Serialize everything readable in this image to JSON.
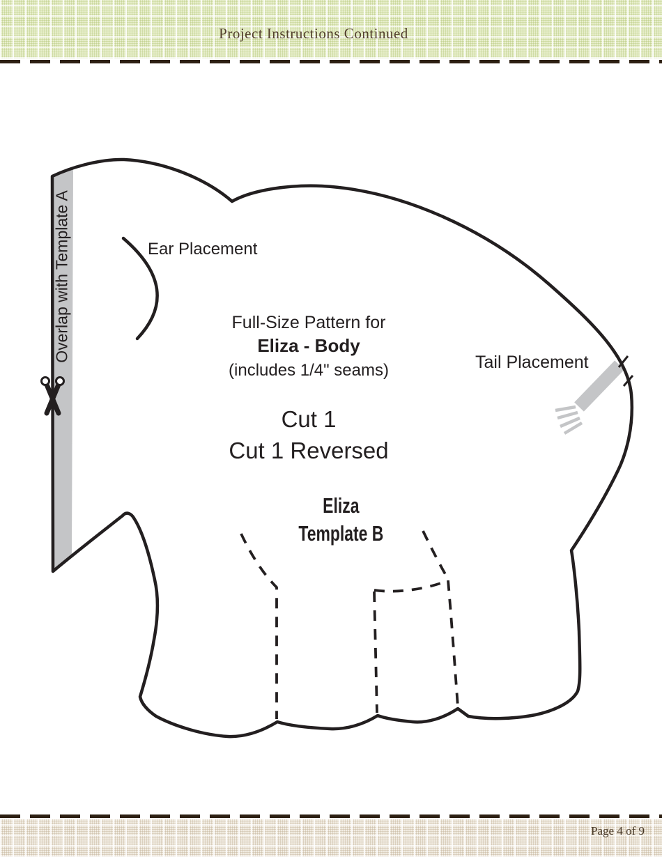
{
  "header": {
    "title": "Project Instructions Continued"
  },
  "footer": {
    "page_label": "Page 4 of 9"
  },
  "pattern": {
    "overlap_label": "Overlap with Template A",
    "ear_label": "Ear Placement",
    "tail_label": "Tail Placement",
    "title_line1": "Full-Size Pattern for",
    "title_line2": "Eliza - Body",
    "seam_note": "(includes 1/4\" seams)",
    "cut_line1": "Cut 1",
    "cut_line2": "Cut 1 Reversed",
    "template_line1": "Eliza",
    "template_line2": "Template B"
  },
  "icons": {
    "scissors": "cut-here scissors on overlap edge",
    "tail_swatch": "gray tail placement marker with fringe"
  },
  "colors": {
    "outline_black": "#231f20",
    "strip_gray": "#c4c5c7",
    "header_band_green": "#e8efcd",
    "footer_band_beige": "#f2ede3",
    "dash_brown": "#2d2013",
    "header_text_brown": "#53402e"
  }
}
